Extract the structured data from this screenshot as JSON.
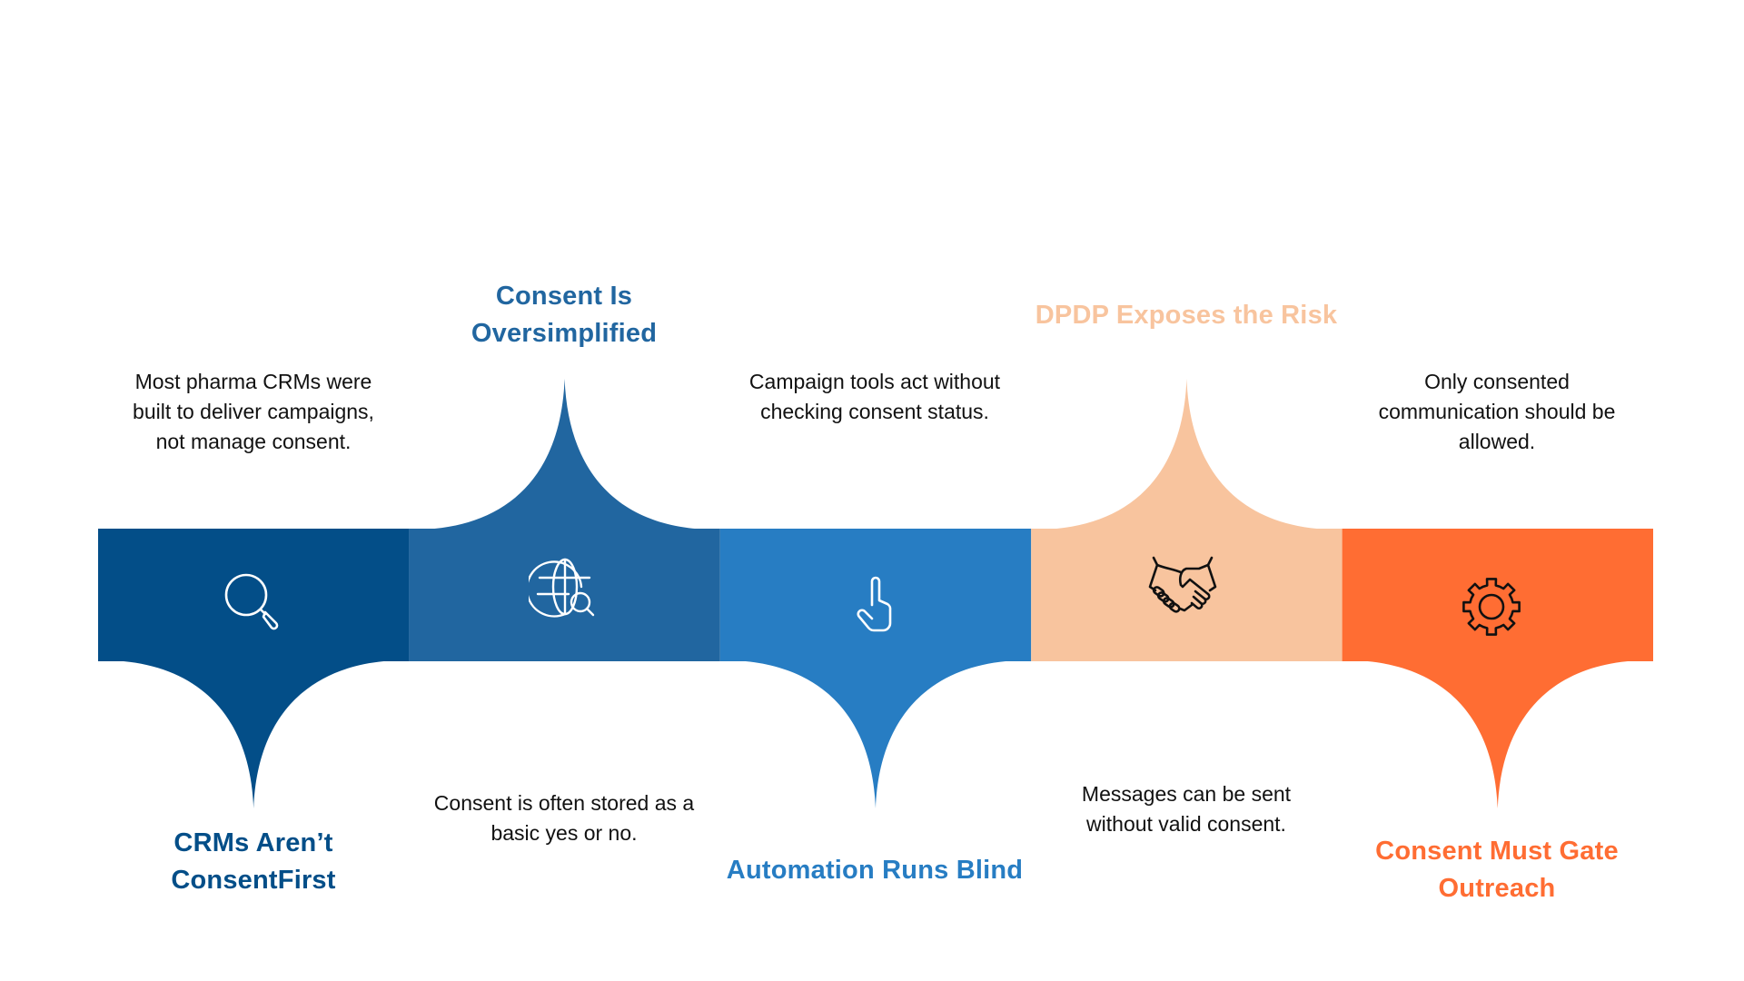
{
  "diagram": {
    "type": "process-timeline",
    "steps": [
      {
        "title": "CRMs Aren’t ConsentFirst",
        "title_lines": [
          "CRMs Aren’t",
          "ConsentFirst"
        ],
        "description_lines": [
          "Most pharma CRMs were",
          "built to deliver campaigns,",
          "not manage consent."
        ],
        "icon": "magnifying-glass-icon",
        "color": "#034E88",
        "icon_color": "#FFFFFF",
        "spike": "bottom"
      },
      {
        "title": "Consent Is Oversimplified",
        "title_lines": [
          "Consent Is",
          "Oversimplified"
        ],
        "description_lines": [
          "Consent is often stored as a",
          "basic yes or no."
        ],
        "icon": "globe-search-icon",
        "color": "#2166A0",
        "icon_color": "#FFFFFF",
        "spike": "top"
      },
      {
        "title": "Automation Runs Blind",
        "title_lines": [
          "Automation Runs Blind"
        ],
        "description_lines": [
          "Campaign tools act without",
          "checking consent status."
        ],
        "icon": "pointing-hand-icon",
        "color": "#277DC3",
        "icon_color": "#FFFFFF",
        "spike": "bottom"
      },
      {
        "title": "DPDP Exposes the Risk",
        "title_lines": [
          "DPDP Exposes the Risk"
        ],
        "description_lines": [
          "Messages can be sent",
          "without valid consent."
        ],
        "icon": "handshake-icon",
        "color": "#F8C49E",
        "icon_color": "#111111",
        "spike": "top"
      },
      {
        "title": "Consent Must Gate Outreach",
        "title_lines": [
          "Consent Must Gate",
          "Outreach"
        ],
        "description_lines": [
          "Only consented",
          "communication should be",
          "allowed."
        ],
        "icon": "gear-icon",
        "color": "#FF6D33",
        "icon_color": "#111111",
        "spike": "bottom"
      }
    ]
  }
}
